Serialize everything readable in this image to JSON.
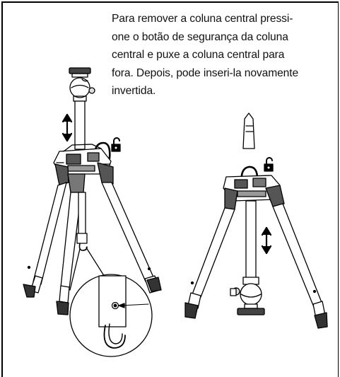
{
  "instructions": {
    "lines": [
      "Para remover a coluna central pressi-",
      "one o botão de segurança da coluna",
      "central e puxe a coluna central para",
      "fora. Depois, pode inseri-la novamente",
      "invertida."
    ]
  },
  "illustrations": {
    "left": {
      "icon": "tripod-upright-icon",
      "lock_state": "unlocked-padlock-icon",
      "arrow": "double-vertical-arrow-icon",
      "detail": "hook-detail-magnifier-icon"
    },
    "right": {
      "icon": "tripod-inverted-column-icon",
      "lock_state": "unlocked-padlock-icon",
      "arrow": "double-vertical-arrow-icon"
    }
  }
}
